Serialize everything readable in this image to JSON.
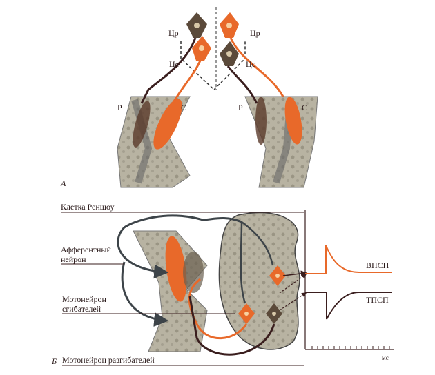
{
  "panel_a": {
    "letter": "А",
    "left": {
      "label_cr": "Цр",
      "label_cs": "Цс",
      "label_r": "Р",
      "label_c": "С"
    },
    "right": {
      "label_cr": "Цр",
      "label_cs": "Цс",
      "label_r": "Р",
      "label_c": "С"
    }
  },
  "panel_b": {
    "letter": "Б",
    "labels": {
      "renshaw": "Клетка Реншоу",
      "afferent_1": "Афферентный",
      "afferent_2": "нейрон",
      "flexor_1": "Мотонейрон",
      "flexor_2": "сгибателей",
      "extensor": "Мотонейрон разгибателей"
    },
    "graph": {
      "epsp": "ВПСП",
      "ipsp": "ТПСП",
      "x_unit": "мс",
      "tick_count": 15
    }
  },
  "colors": {
    "orange": "#e8692a",
    "dark": "#3a1e1e",
    "grey": "#3d4449",
    "bone": "#b9b4a4"
  }
}
